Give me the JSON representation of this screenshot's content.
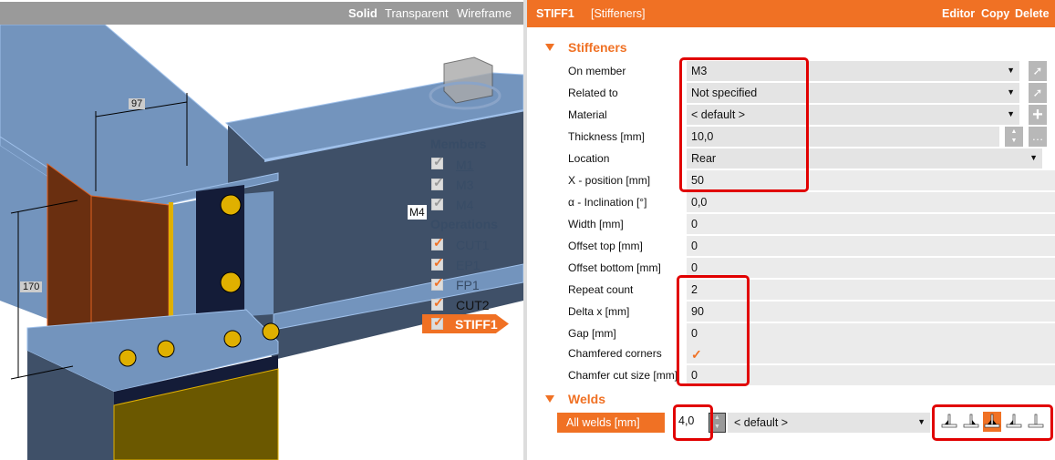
{
  "viewer": {
    "modes": [
      "Solid",
      "Transparent",
      "Wireframe"
    ],
    "dim_width": "97",
    "dim_height": "170",
    "member_tag": "M4",
    "tree": {
      "members_header": "Members",
      "members": [
        "M1",
        "M3",
        "M4"
      ],
      "operations_header": "Operations",
      "operations": [
        "CUT1",
        "EP1",
        "FP1",
        "CUT2",
        "STIFF1"
      ],
      "selected": "STIFF1"
    }
  },
  "panel": {
    "title": "STIFF1",
    "subtitle": "[Stiffeners]",
    "actions": [
      "Editor",
      "Copy",
      "Delete"
    ],
    "stiffeners": {
      "header": "Stiffeners",
      "rows": [
        {
          "label": "On member",
          "value": "M3"
        },
        {
          "label": "Related to",
          "value": "Not specified"
        },
        {
          "label": "Material",
          "value": "< default >"
        },
        {
          "label": "Thickness [mm]",
          "value": "10,0"
        },
        {
          "label": "Location",
          "value": "Rear"
        },
        {
          "label": "X - position [mm]",
          "value": "50"
        },
        {
          "label": "α - Inclination [°]",
          "value": "0,0"
        },
        {
          "label": "Width [mm]",
          "value": "0"
        },
        {
          "label": "Offset top [mm]",
          "value": "0"
        },
        {
          "label": "Offset bottom [mm]",
          "value": "0"
        },
        {
          "label": "Repeat count",
          "value": "2"
        },
        {
          "label": "Delta x [mm]",
          "value": "90"
        },
        {
          "label": "Gap [mm]",
          "value": "0"
        },
        {
          "label": "Chamfered corners",
          "value": ""
        },
        {
          "label": "Chamfer cut size [mm]",
          "value": "0"
        }
      ]
    },
    "chamfered_checked": true,
    "welds": {
      "header": "Welds",
      "label": "All welds [mm]",
      "size": "4,0",
      "material": "< default >",
      "types": [
        "weld-left",
        "weld-right",
        "weld-both",
        "weld-rear",
        "weld-none"
      ],
      "selected_type": "weld-both"
    }
  },
  "colors": {
    "accent": "#f07124",
    "highlight": "#e10000"
  }
}
